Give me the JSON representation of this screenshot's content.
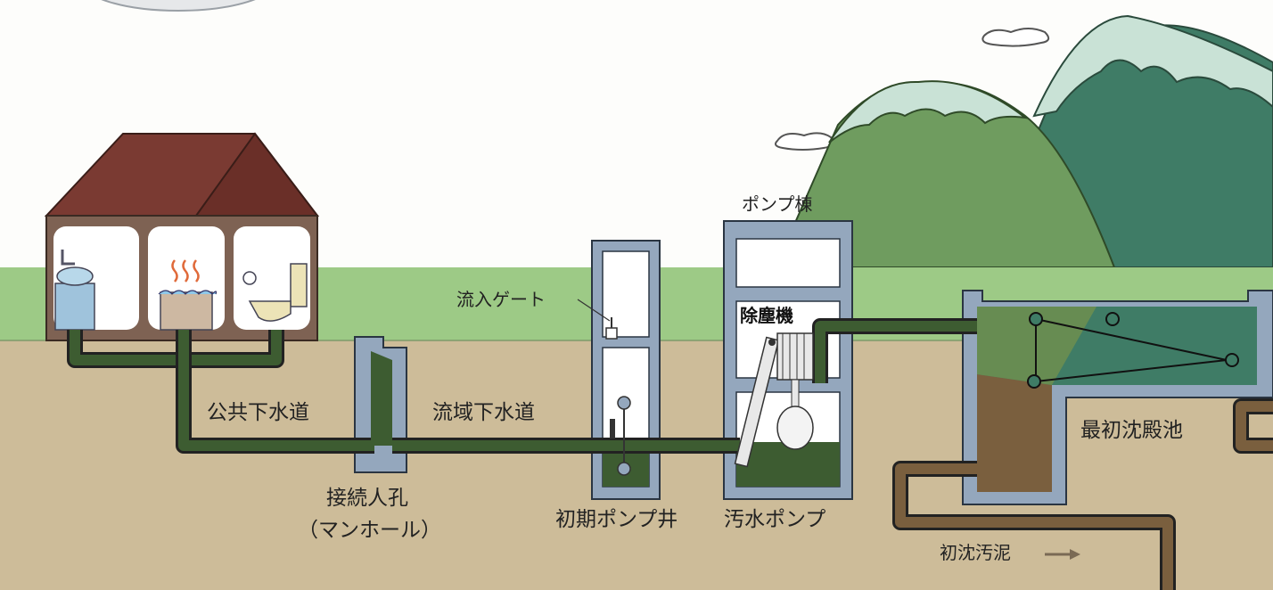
{
  "labels": {
    "pump_building": "ポンプ棟",
    "inflow_gate": "流入ゲート",
    "screen": "除塵機",
    "public_sewer": "公共下水道",
    "regional_sewer": "流域下水道",
    "connection_manhole": "接続人孔",
    "manhole_paren": "（マンホール）",
    "initial_pump_well": "初期ポンプ井",
    "sewage_pump": "汚水ポンプ",
    "primary_settling_tank": "最初沈殿池",
    "primary_sludge": "初沈汚泥"
  },
  "icons": {
    "arrow": "right-arrow-icon",
    "steam": "steam-icon"
  },
  "colors": {
    "sky": "#fdfdfb",
    "grass": "#9dca86",
    "soil": "#cdbc99",
    "pipe": "#3d5c31",
    "pipe_outline": "#222222",
    "structure": "#94a7bd",
    "mountain_left": "#6f9c5f",
    "mountain_right": "#3f7c66",
    "snow": "#c9e2d6",
    "roof": "#7a3a32",
    "house_wall": "#7e6253",
    "sludge_pipe": "#7a5f3e"
  }
}
